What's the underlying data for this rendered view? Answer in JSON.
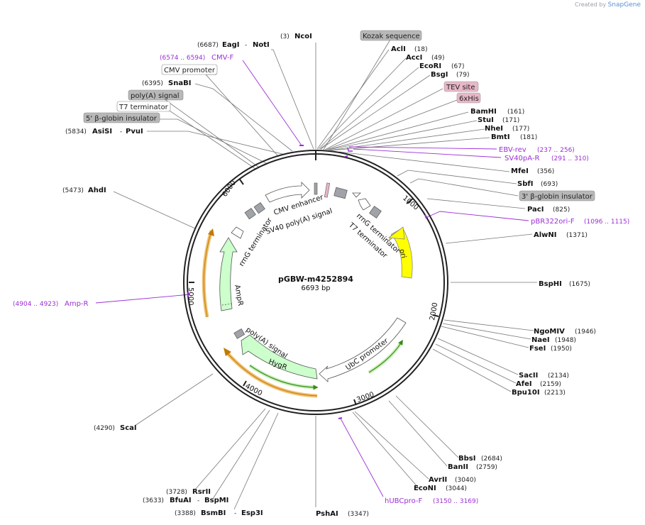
{
  "credit": {
    "prefix": "Created by",
    "brand": "SnapGene"
  },
  "plasmid": {
    "name": "pGBW-m4252894",
    "size_label": "6693 bp"
  },
  "ruler_ticks": [
    "1000",
    "2000",
    "3000",
    "4000",
    "5000",
    "6000"
  ],
  "enzymes_left": [
    {
      "pos": "(6687)",
      "name": "EagI",
      "extra": "NotI"
    },
    {
      "pos": "(3)",
      "name": "NcoI",
      "extra": ""
    },
    {
      "pos": "(6395)",
      "name": "SnaBI",
      "extra": ""
    },
    {
      "pos": "(5834)",
      "name": "AsiSI",
      "extra": "PvuI"
    },
    {
      "pos": "(5473)",
      "name": "AhdI",
      "extra": ""
    },
    {
      "pos": "(4290)",
      "name": "ScaI",
      "extra": ""
    },
    {
      "pos": "(3728)",
      "name": "RsrII",
      "extra": ""
    },
    {
      "pos": "(3633)",
      "name": "BfuAI",
      "extra": "BspMI"
    },
    {
      "pos": "(3388)",
      "name": "BsmBI",
      "extra": "Esp3I"
    }
  ],
  "enzymes_right": [
    {
      "name": "AclI",
      "pos": "(18)"
    },
    {
      "name": "AccI",
      "pos": "(49)"
    },
    {
      "name": "EcoRI",
      "pos": "(67)"
    },
    {
      "name": "BsgI",
      "pos": "(79)"
    },
    {
      "name": "BamHI",
      "pos": "(161)"
    },
    {
      "name": "StuI",
      "pos": "(171)"
    },
    {
      "name": "NheI",
      "pos": "(177)"
    },
    {
      "name": "BmtI",
      "pos": "(181)"
    },
    {
      "name": "MfeI",
      "pos": "(356)"
    },
    {
      "name": "SbfI",
      "pos": "(693)"
    },
    {
      "name": "PacI",
      "pos": "(825)"
    },
    {
      "name": "AlwNI",
      "pos": "(1371)"
    },
    {
      "name": "BspHI",
      "pos": "(1675)"
    },
    {
      "name": "NgoMIV",
      "pos": "(1946)"
    },
    {
      "name": "NaeI",
      "pos": "(1948)"
    },
    {
      "name": "FseI",
      "pos": "(1950)"
    },
    {
      "name": "SacII",
      "pos": "(2134)"
    },
    {
      "name": "AfeI",
      "pos": "(2159)"
    },
    {
      "name": "Bpu10I",
      "pos": "(2213)"
    },
    {
      "name": "BbsI",
      "pos": "(2684)"
    },
    {
      "name": "BanII",
      "pos": "(2759)"
    },
    {
      "name": "AvrII",
      "pos": "(3040)"
    },
    {
      "name": "EcoNI",
      "pos": "(3044)"
    },
    {
      "name": "PshAI",
      "pos": "(3347)"
    }
  ],
  "primers": [
    {
      "name": "CMV-F",
      "range": "(6574 .. 6594)"
    },
    {
      "name": "EBV-rev",
      "range": "(237 .. 256)"
    },
    {
      "name": "SV40pA-R",
      "range": "(291 .. 310)"
    },
    {
      "name": "pBR322ori-F",
      "range": "(1096 .. 1115)"
    },
    {
      "name": "Amp-R",
      "range": "(4904 .. 4923)"
    },
    {
      "name": "hUBCpro-F",
      "range": "(3150 .. 3169)"
    }
  ],
  "feature_boxes": [
    {
      "label": "Kozak sequence",
      "fill": "#b8b8b8"
    },
    {
      "label": "TEV site",
      "fill": "#e8b7c8"
    },
    {
      "label": "6xHis",
      "fill": "#e8b7c8"
    },
    {
      "label": "3' β-globin insulator",
      "fill": "#b8b8b8"
    },
    {
      "label": "CMV promoter",
      "fill": "#ffffff"
    },
    {
      "label": "poly(A) signal",
      "fill": "#b8b8b8"
    },
    {
      "label": "T7 terminator",
      "fill": "#ffffff"
    },
    {
      "label": "5' β-globin insulator",
      "fill": "#b8b8b8"
    }
  ],
  "inner_labels": [
    "CMV enhancer",
    "SV40 poly(A) signal",
    "rrnG terminator",
    "T7 terminator",
    "rrnG terminator",
    "ori",
    "AmpR",
    "poly(A) signal",
    "HygR",
    "UbC promoter"
  ],
  "colors": {
    "backbone": "#222222",
    "ori": "#ffff00",
    "marker": "#ccffcc",
    "primer": "#9b2fd6",
    "orf_band": "#f0a020",
    "orf_band_green": "#3a8a1a",
    "misc_feature": "#a0a4a8",
    "promoter": "#ffffff"
  }
}
